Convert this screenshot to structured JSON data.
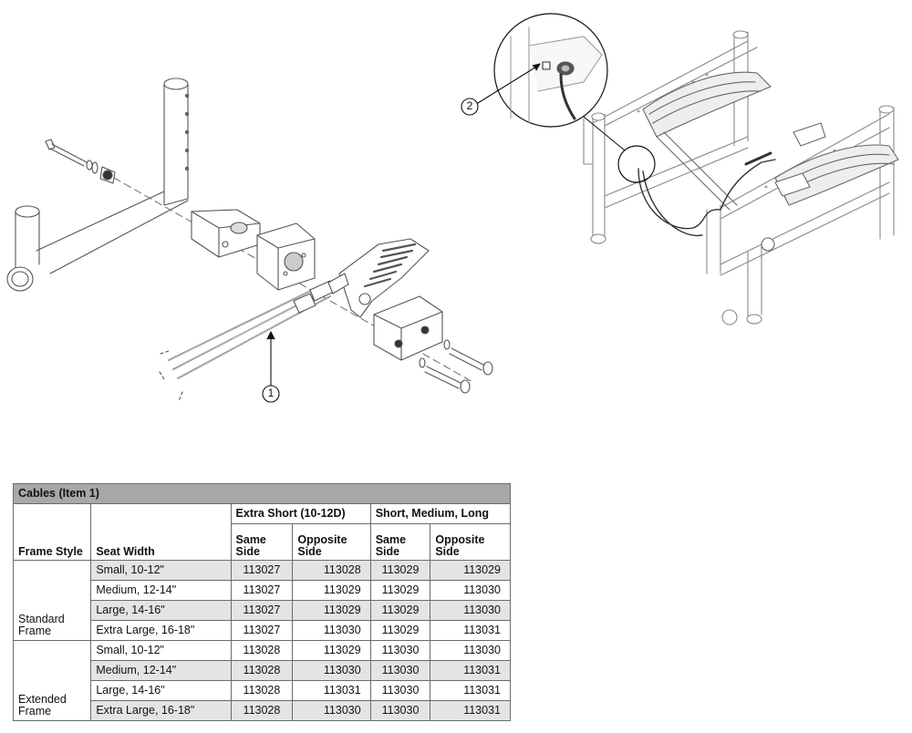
{
  "callouts": [
    "1",
    "2"
  ],
  "table": {
    "title": "Cables (Item 1)",
    "group_headers": [
      "Extra Short (10-12D)",
      "Short, Medium, Long"
    ],
    "col_frame_style": "Frame Style",
    "col_seat_width": "Seat Width",
    "sub_headers": [
      "Same Side",
      "Opposite Side",
      "Same Side",
      "Opposite Side"
    ],
    "groups": [
      {
        "frame": "Standard Frame",
        "rows": [
          {
            "seat": "Small, 10-12\"",
            "es_same": "113027",
            "es_opp": "113028",
            "sml_same": "113029",
            "sml_opp": "113029"
          },
          {
            "seat": "Medium, 12-14\"",
            "es_same": "113027",
            "es_opp": "113029",
            "sml_same": "113029",
            "sml_opp": "113030"
          },
          {
            "seat": "Large, 14-16\"",
            "es_same": "113027",
            "es_opp": "113029",
            "sml_same": "113029",
            "sml_opp": "113030"
          },
          {
            "seat": "Extra Large, 16-18\"",
            "es_same": "113027",
            "es_opp": "113030",
            "sml_same": "113029",
            "sml_opp": "113031"
          }
        ]
      },
      {
        "frame": "Extended Frame",
        "rows": [
          {
            "seat": "Small, 10-12\"",
            "es_same": "113028",
            "es_opp": "113029",
            "sml_same": "113030",
            "sml_opp": "113030"
          },
          {
            "seat": "Medium, 12-14\"",
            "es_same": "113028",
            "es_opp": "113030",
            "sml_same": "113030",
            "sml_opp": "113031"
          },
          {
            "seat": "Large, 14-16\"",
            "es_same": "113028",
            "es_opp": "113031",
            "sml_same": "113030",
            "sml_opp": "113031"
          },
          {
            "seat": "Extra Large, 16-18\"",
            "es_same": "113028",
            "es_opp": "113030",
            "sml_same": "113030",
            "sml_opp": "113031"
          }
        ]
      }
    ]
  }
}
